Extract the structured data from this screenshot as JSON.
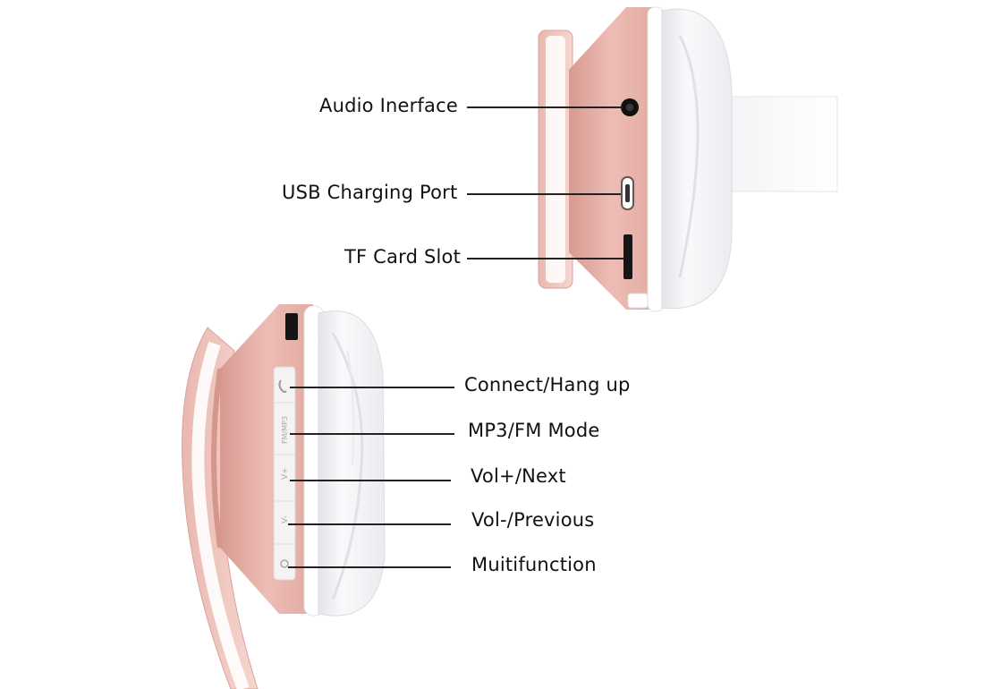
{
  "labels": {
    "audio_interface": "Audio Inerface",
    "usb_charging_port": "USB Charging Port",
    "tf_card_slot": "TF Card Slot",
    "connect_hang_up": "Connect/Hang up",
    "mp3_fm_mode": "MP3/FM Mode",
    "vol_plus_next": "Vol+/Next",
    "vol_minus_previous": "Vol-/Previous",
    "multifunction": "Muitifunction"
  },
  "button_marks": {
    "fm_mp3": "FM/MP3",
    "vol_plus": "V+",
    "vol_minus": "V-"
  },
  "colors": {
    "rose_gold": "#e7b3ab",
    "rose_gold_dark": "#cf938a",
    "rose_gold_light": "#f2cfc9",
    "cushion": "#f7f7f9",
    "cushion_shadow": "#dedee3",
    "leader": "#222222"
  }
}
